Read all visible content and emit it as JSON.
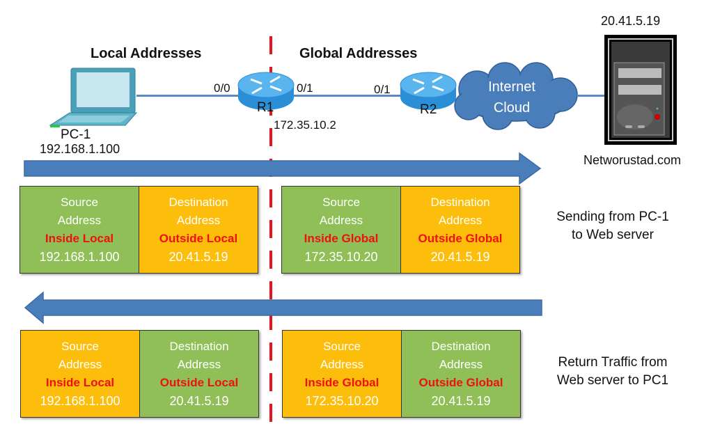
{
  "headings": {
    "local": "Local Addresses",
    "global": "Global Addresses"
  },
  "devices": {
    "pc": {
      "name": "PC-1",
      "ip": "192.168.1.100",
      "icon": "laptop-icon"
    },
    "r1": {
      "name": "R1",
      "left_port": "0/0",
      "right_port": "0/1",
      "ip": "172.35.10.2",
      "icon": "router-icon"
    },
    "r2": {
      "name": "R2",
      "left_port": "0/1",
      "icon": "router-icon"
    },
    "cloud": {
      "line1": "Internet",
      "line2": "Cloud",
      "icon": "cloud-icon"
    },
    "server": {
      "ip": "20.41.5.19",
      "name": "Networustad.com",
      "icon": "server-icon"
    }
  },
  "flows": [
    {
      "direction": "right",
      "caption_line1": "Sending from PC-1",
      "caption_line2": "to Web server",
      "tables": [
        {
          "cells": [
            {
              "t1": "Source",
              "t2": "Address",
              "kind": "Inside Local",
              "addr": "192.168.1.100",
              "color": "#8fbf56"
            },
            {
              "t1": "Destination",
              "t2": "Address",
              "kind": "Outside Local",
              "addr": "20.41.5.19",
              "color": "#fdbd0b"
            }
          ]
        },
        {
          "cells": [
            {
              "t1": "Source",
              "t2": "Address",
              "kind": "Inside Global",
              "addr": "172.35.10.20",
              "color": "#8fbf56"
            },
            {
              "t1": "Destination",
              "t2": "Address",
              "kind": "Outside Global",
              "addr": "20.41.5.19",
              "color": "#fdbd0b"
            }
          ]
        }
      ]
    },
    {
      "direction": "left",
      "caption_line1": "Return Traffic from",
      "caption_line2": "Web server to PC1",
      "tables": [
        {
          "cells": [
            {
              "t1": "Source",
              "t2": "Address",
              "kind": "Inside Local",
              "addr": "192.168.1.100",
              "color": "#fdbd0b"
            },
            {
              "t1": "Destination",
              "t2": "Address",
              "kind": "Outside Local",
              "addr": "20.41.5.19",
              "color": "#8fbf56"
            }
          ]
        },
        {
          "cells": [
            {
              "t1": "Source",
              "t2": "Address",
              "kind": "Inside Global",
              "addr": "172.35.10.20",
              "color": "#fdbd0b"
            },
            {
              "t1": "Destination",
              "t2": "Address",
              "kind": "Outside Global",
              "addr": "20.41.5.19",
              "color": "#8fbf56"
            }
          ]
        }
      ]
    }
  ],
  "colors": {
    "arrow": "#4a7ebb",
    "divider": "#e8141a",
    "kind_text": "#ee1111"
  }
}
